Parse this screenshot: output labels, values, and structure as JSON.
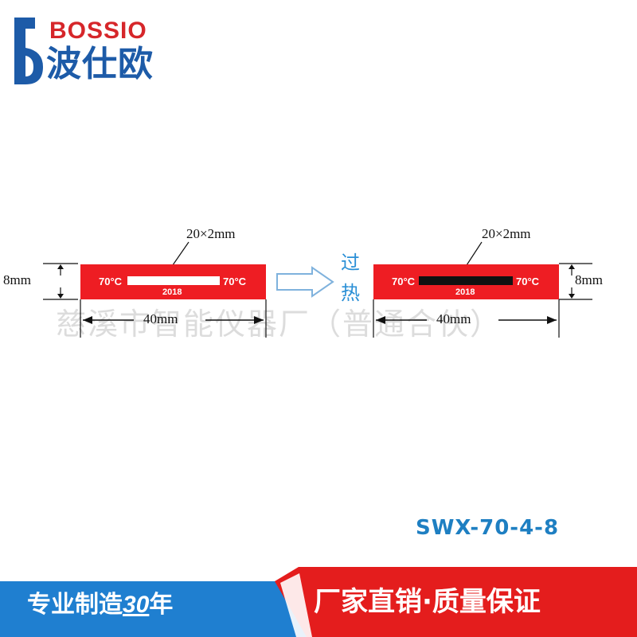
{
  "brand": {
    "name_en": "BOSSIO",
    "name_cn": "波仕欧",
    "colors": {
      "red": "#d6262a",
      "blue": "#1d5ba8"
    }
  },
  "watermark": "慈溪市智能仪器厂（普通合伙）",
  "label_before": {
    "temp_left": "70°C",
    "temp_right": "70°C",
    "year": "2018",
    "window_size": "20×2mm",
    "height": "8mm",
    "width": "40mm",
    "window_state": "white"
  },
  "transition": {
    "arrow_icon": "right-arrow-outline-icon",
    "label_line1": "过",
    "label_line2": "热"
  },
  "label_after": {
    "temp_left": "70°C",
    "temp_right": "70°C",
    "year": "2018",
    "window_size": "20×2mm",
    "height": "8mm",
    "width": "40mm",
    "window_state": "black"
  },
  "model": "SWX-70-4-8",
  "banner": {
    "left_prefix": "专业制造",
    "left_number": "30",
    "left_suffix": "年",
    "right_text": "厂家直销·质量保证",
    "colors": {
      "blue": "#1f7fd0",
      "red": "#e41d1d"
    }
  }
}
